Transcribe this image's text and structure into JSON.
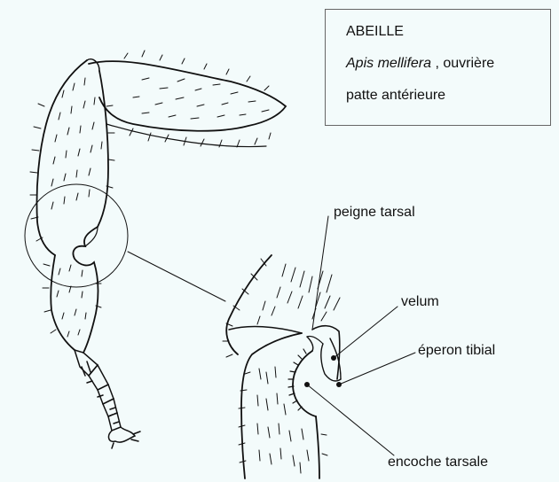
{
  "caption": {
    "title": "ABEILLE",
    "species_italic": "Apis mellifera",
    "species_rest": " , ouvrière",
    "part": "patte antérieure"
  },
  "labels": {
    "peigne": "peigne tarsal",
    "velum": "velum",
    "eperon": "éperon tibial",
    "encoche": "encoche tarsale"
  }
}
